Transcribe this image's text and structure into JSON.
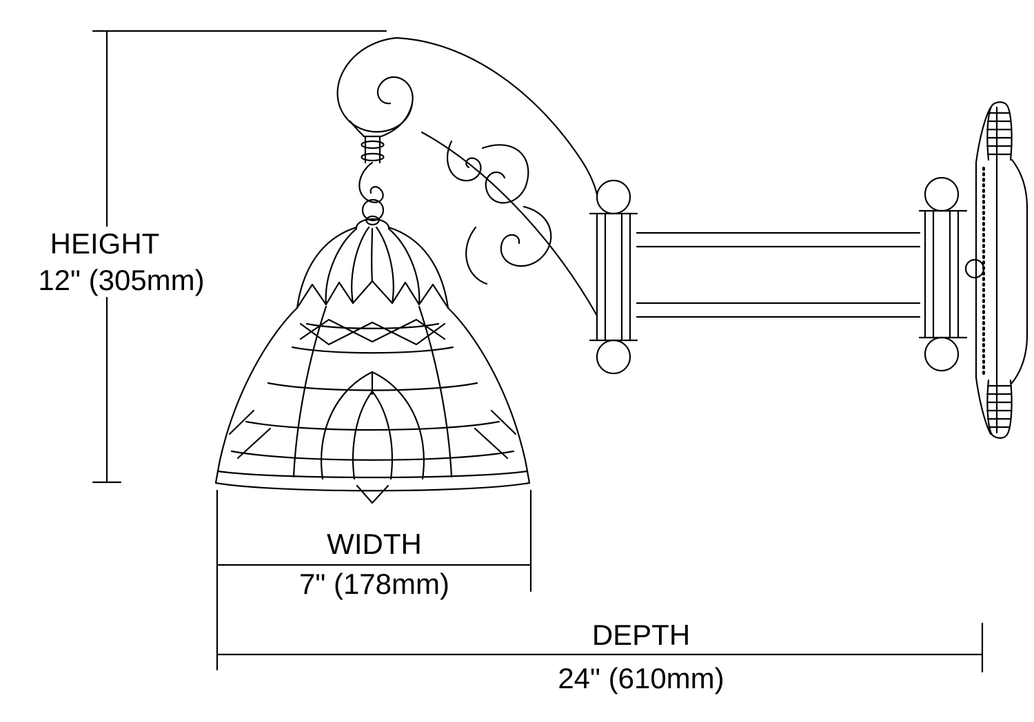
{
  "diagram": {
    "dimensions": {
      "height": {
        "label": "HEIGHT",
        "value": "12\" (305mm)"
      },
      "width": {
        "label": "WIDTH",
        "value": "7\" (178mm)"
      },
      "depth": {
        "label": "DEPTH",
        "value": "24\" (610mm)"
      }
    }
  },
  "colors": {
    "line": "#000000",
    "background": "#ffffff"
  }
}
